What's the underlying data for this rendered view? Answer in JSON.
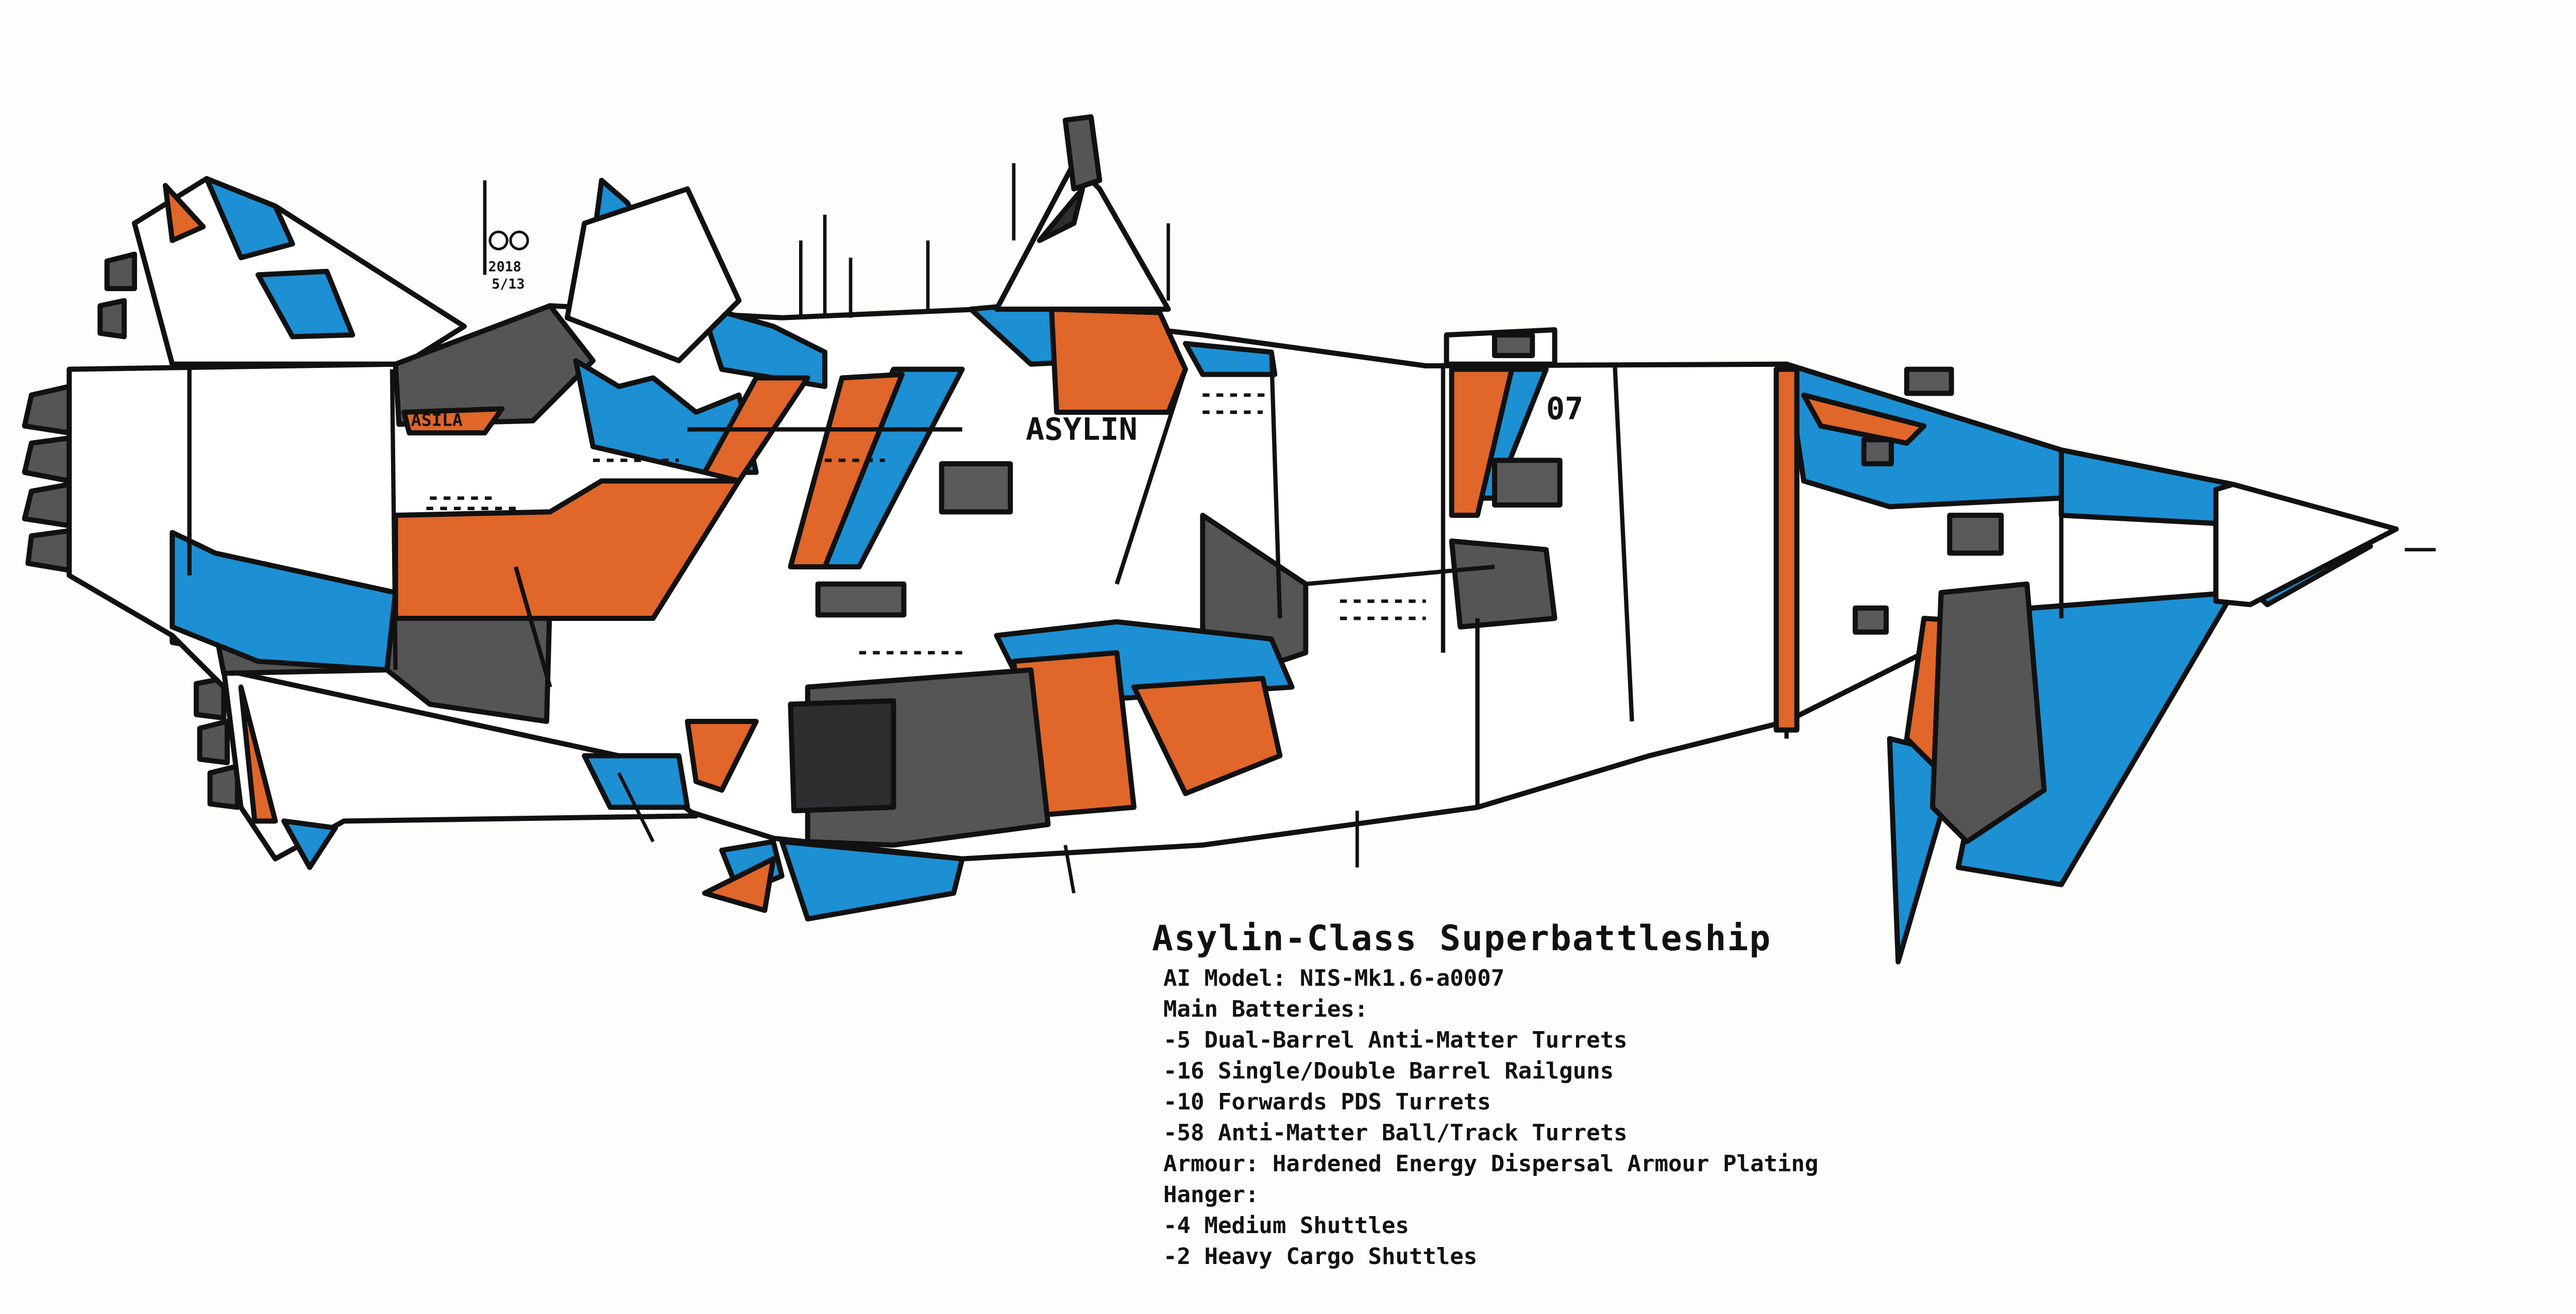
{
  "colors": {
    "blue": "#1d8fd3",
    "orange": "#e0662a",
    "grey": "#5a5a5c",
    "dark": "#2e2e30",
    "white": "#ffffff",
    "outline": "#111111"
  },
  "hull_markings": {
    "name_main": "ASYLIN",
    "name_small": "ASILA",
    "number": "07"
  },
  "signature": {
    "year": "2018",
    "date": "5/13"
  },
  "spec_sheet": {
    "title": "Asylin-Class Superbattleship",
    "lines": [
      "AI Model: NIS-Mk1.6-a0007",
      "Main Batteries:",
      "-5 Dual-Barrel Anti-Matter Turrets",
      "-16 Single/Double Barrel Railguns",
      "-10 Forwards PDS Turrets",
      "-58 Anti-Matter Ball/Track Turrets",
      "Armour: Hardened Energy Dispersal Armour Plating",
      "Hanger:",
      "-4 Medium Shuttles",
      "-2 Heavy Cargo Shuttles"
    ]
  }
}
